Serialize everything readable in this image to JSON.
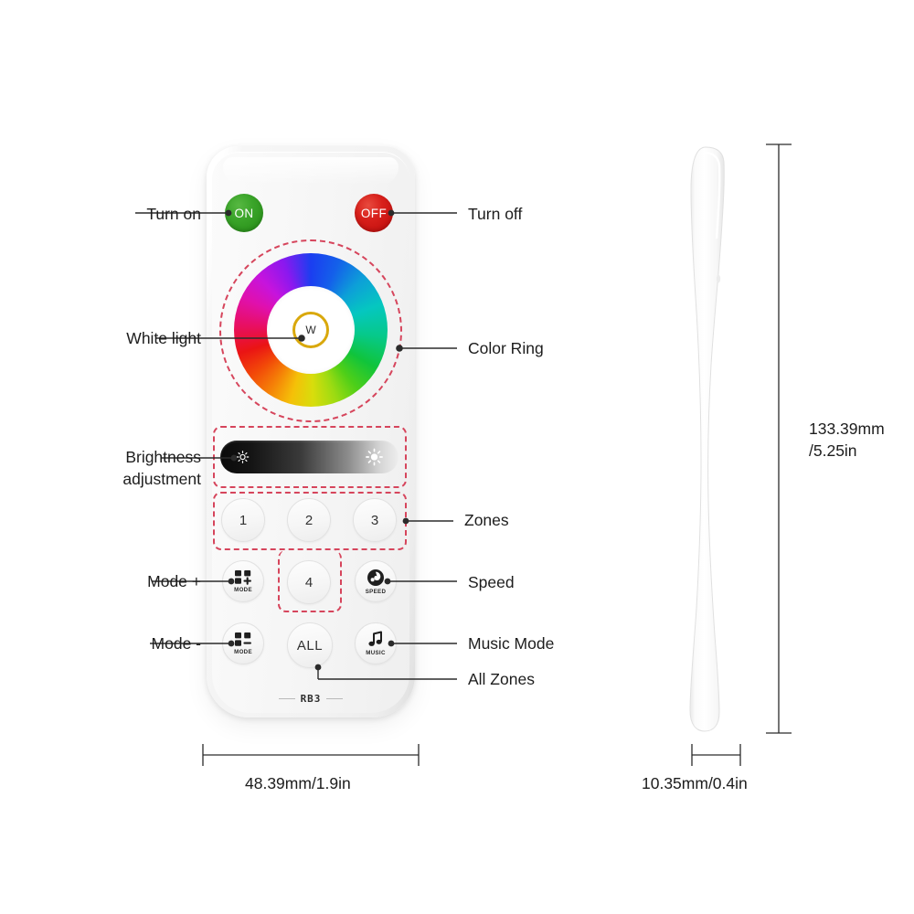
{
  "product": {
    "model_label": "RB3",
    "type": "RGB LED remote control"
  },
  "front_view": {
    "power": {
      "on_label": "ON",
      "off_label": "OFF",
      "on_color": "#2d9e1f",
      "off_color": "#d81515"
    },
    "color_ring": {
      "center_button_label": "W",
      "center_ring_color": "#d9a80c"
    },
    "brightness": {
      "dim_icon": "sun-small-icon",
      "bright_icon": "sun-large-icon"
    },
    "zones": {
      "zone_1": "1",
      "zone_2": "2",
      "zone_3": "3",
      "zone_4": "4",
      "all": "ALL"
    },
    "function_keys": {
      "mode_plus_label": "MODE",
      "mode_plus_icon": "grid-plus-icon",
      "mode_minus_label": "MODE",
      "mode_minus_icon": "grid-minus-icon",
      "speed_label": "SPEED",
      "speed_icon": "speed-swirl-icon",
      "music_label": "MUSIC",
      "music_icon": "music-note-icon"
    }
  },
  "callouts": {
    "turn_on": "Turn on",
    "turn_off": "Turn off",
    "white_light": "White light",
    "color_ring": "Color Ring",
    "brightness_adjustment": "Brightness\nadjustment",
    "zones": "Zones",
    "mode_plus": "Mode +",
    "mode_minus": "Mode -",
    "speed": "Speed",
    "music_mode": "Music Mode",
    "all_zones": "All Zones"
  },
  "dimensions": {
    "height": "133.39mm\n/5.25in",
    "width": "48.39mm/1.9in",
    "depth": "10.35mm/0.4in"
  },
  "accents": {
    "highlight_dash": "#d6455c",
    "leader_line": "#2b2b2b"
  }
}
